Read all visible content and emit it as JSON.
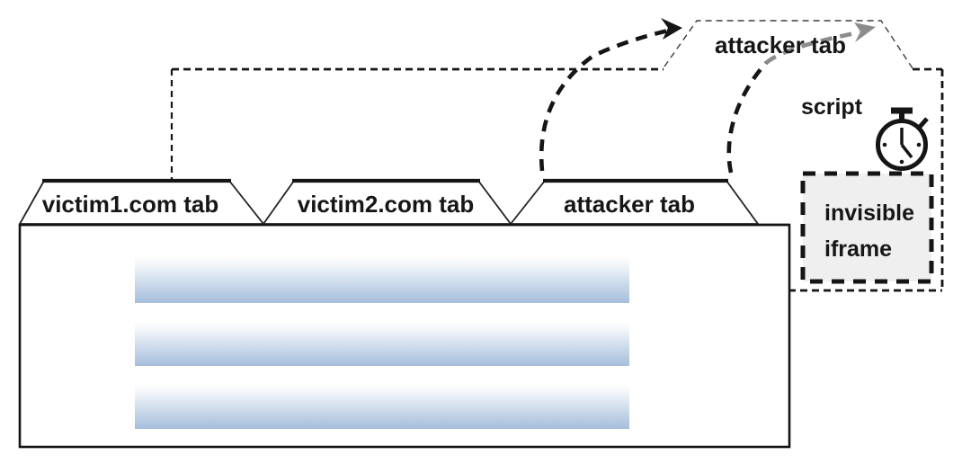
{
  "figure": {
    "browser_window": {
      "tabs": [
        {
          "label": "victim1.com tab"
        },
        {
          "label": "victim2.com tab"
        },
        {
          "label": "attacker tab"
        }
      ],
      "content_placeholder_bars": 3
    },
    "detached_window": {
      "tab_label": "attacker tab",
      "script_label": "script",
      "iframe_label_line1": "invisible",
      "iframe_label_line2": "iframe",
      "icon": "stopwatch-icon"
    },
    "colors": {
      "line_black": "#151515",
      "arrow_gray": "#8c8c8c",
      "bar_gradient_top": "#ffffff",
      "bar_gradient_bottom": "#a5bddb",
      "iframe_fill": "#efefef"
    }
  }
}
